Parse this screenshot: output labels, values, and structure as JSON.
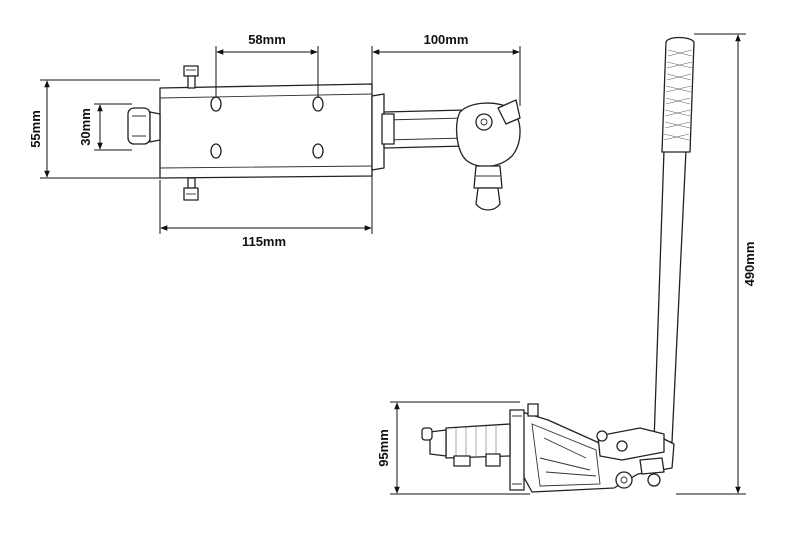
{
  "dimensions": {
    "top_width_58": "58mm",
    "top_length_100": "100mm",
    "height_55": "55mm",
    "height_30": "30mm",
    "length_115": "115mm",
    "lever_height_490": "490mm",
    "base_height_95": "95mm"
  },
  "colors": {
    "line": "#222222",
    "background": "#ffffff"
  }
}
